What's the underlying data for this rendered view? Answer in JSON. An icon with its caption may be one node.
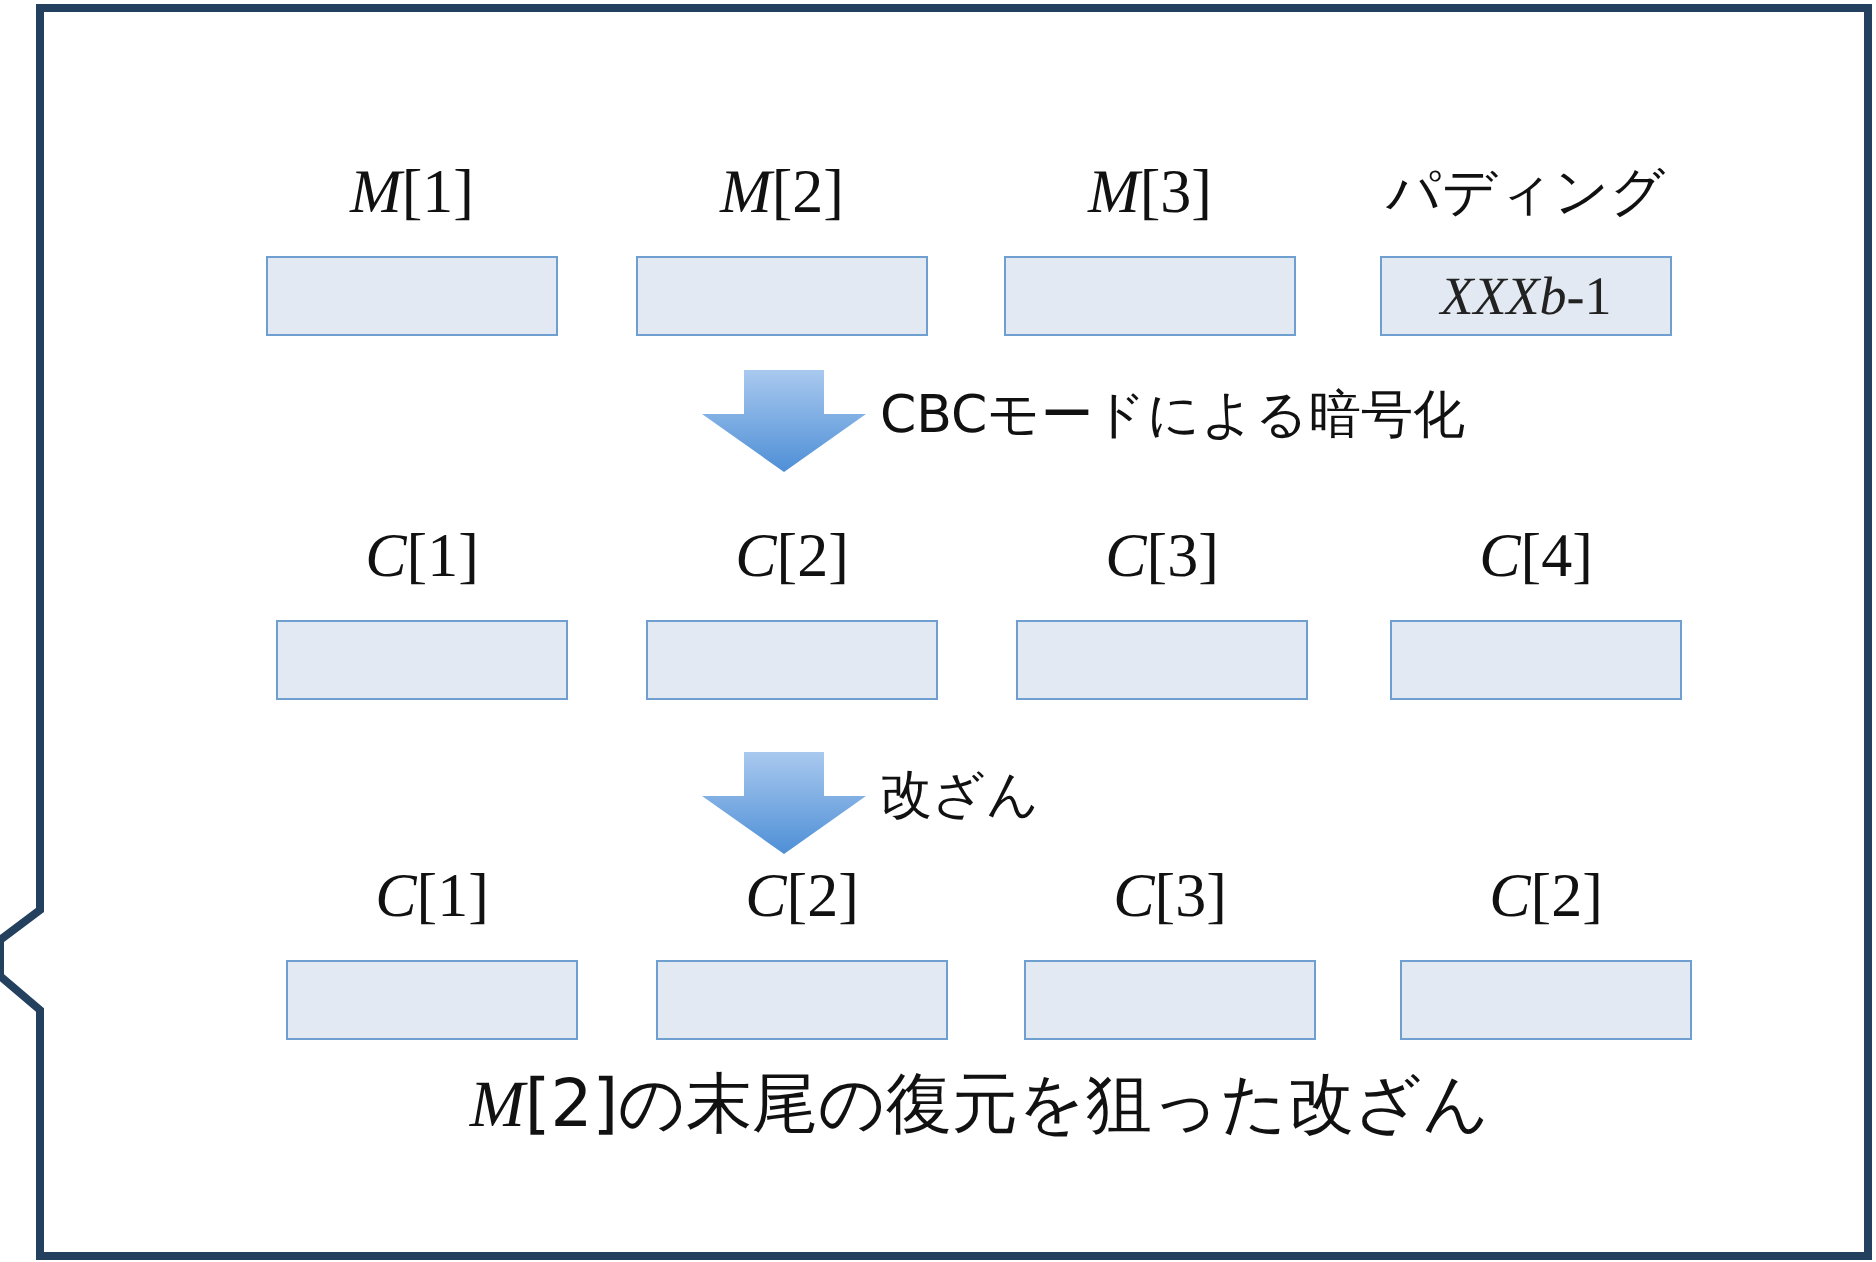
{
  "diagram": {
    "caption": "*M*[2]の末尾の復元を狙った改ざん",
    "nodes": [
      {
        "text": [
          "*M*[1]"
        ]
      },
      {
        "text": [
          "*M*[2]"
        ]
      },
      {
        "text": [
          "*M*[3]"
        ]
      },
      {
        "text": [
          "パディング",
          "*XXXb*-1"
        ]
      },
      {
        "text": [
          "*C*[1]"
        ]
      },
      {
        "text": [
          "*C*[2]"
        ]
      },
      {
        "text": [
          "*C*[3]"
        ]
      },
      {
        "text": [
          "*C*[4]"
        ]
      },
      {
        "text": [
          "*C*[1]"
        ]
      },
      {
        "text": [
          "*C*[2]"
        ]
      },
      {
        "text": [
          "*C*[3]"
        ]
      },
      {
        "text": [
          "*C*[2]"
        ]
      }
    ],
    "labels": [
      "CBCモードによる暗号化",
      "改ざん"
    ]
  }
}
